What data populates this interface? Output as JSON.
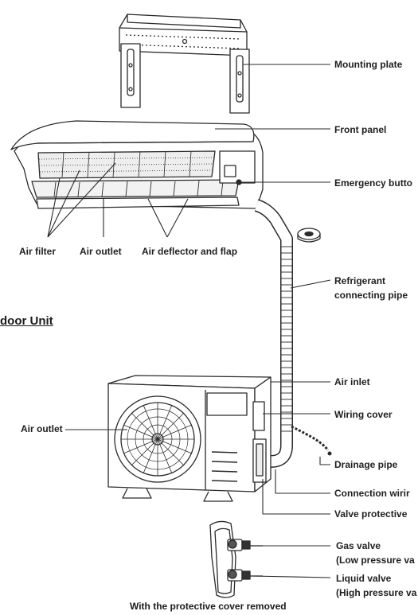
{
  "labels": {
    "mounting_plate": "Mounting plate",
    "front_panel": "Front panel",
    "emergency_button": "Emergency butto",
    "air_filter": "Air filter",
    "air_outlet_indoor": "Air outlet",
    "air_deflector": "Air deflector and flap",
    "refrigerant_pipe_line1": "Refrigerant",
    "refrigerant_pipe_line2": "connecting pipe",
    "air_inlet": "Air inlet",
    "wiring_cover": "Wiring cover",
    "air_outlet_outdoor": "Air outlet",
    "drainage_pipe": "Drainage pipe",
    "connection_wiring": "Connection wirir",
    "valve_protective": "Valve protective",
    "gas_valve_line1": "Gas valve",
    "gas_valve_line2": "(Low pressure va",
    "liquid_valve_line1": "Liquid valve",
    "liquid_valve_line2": "(High pressure va"
  },
  "section_title": "door Unit",
  "caption": "With the protective cover removed",
  "colors": {
    "line": "#2a2a2a",
    "fill": "#ffffff",
    "shade": "#d8d8d8"
  }
}
